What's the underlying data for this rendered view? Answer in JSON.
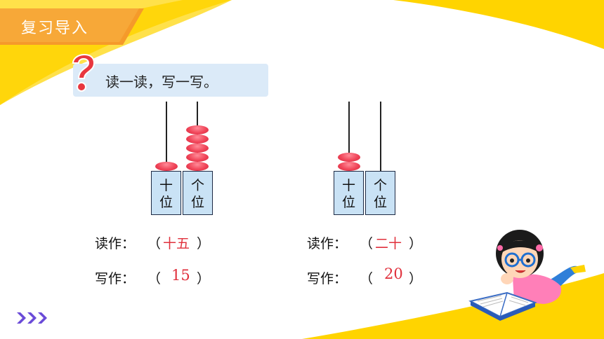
{
  "header": {
    "title": "复习导入"
  },
  "prompt": {
    "text": "读一读，写一写。"
  },
  "abacus": {
    "tens_label": "十位",
    "ones_label": "个位"
  },
  "problems": [
    {
      "tens": 1,
      "ones": 5,
      "read_label": "读作：",
      "write_label": "写作：",
      "read_answer": "十五",
      "write_answer": "15"
    },
    {
      "tens": 2,
      "ones": 0,
      "read_label": "读作：",
      "write_label": "写作：",
      "read_answer": "二十",
      "write_answer": "20"
    }
  ],
  "punct": {
    "lparen": "（",
    "rparen": "）"
  },
  "colors": {
    "accent": "#ffd400",
    "tab": "#f59a2a",
    "bead": "#f04458",
    "answer": "#e0303c",
    "place_fill": "#c9e2f5"
  },
  "icons": {
    "question": "question-mark-icon",
    "nav": "triple-chevron-icon",
    "mascot": "reading-girl-illustration"
  }
}
